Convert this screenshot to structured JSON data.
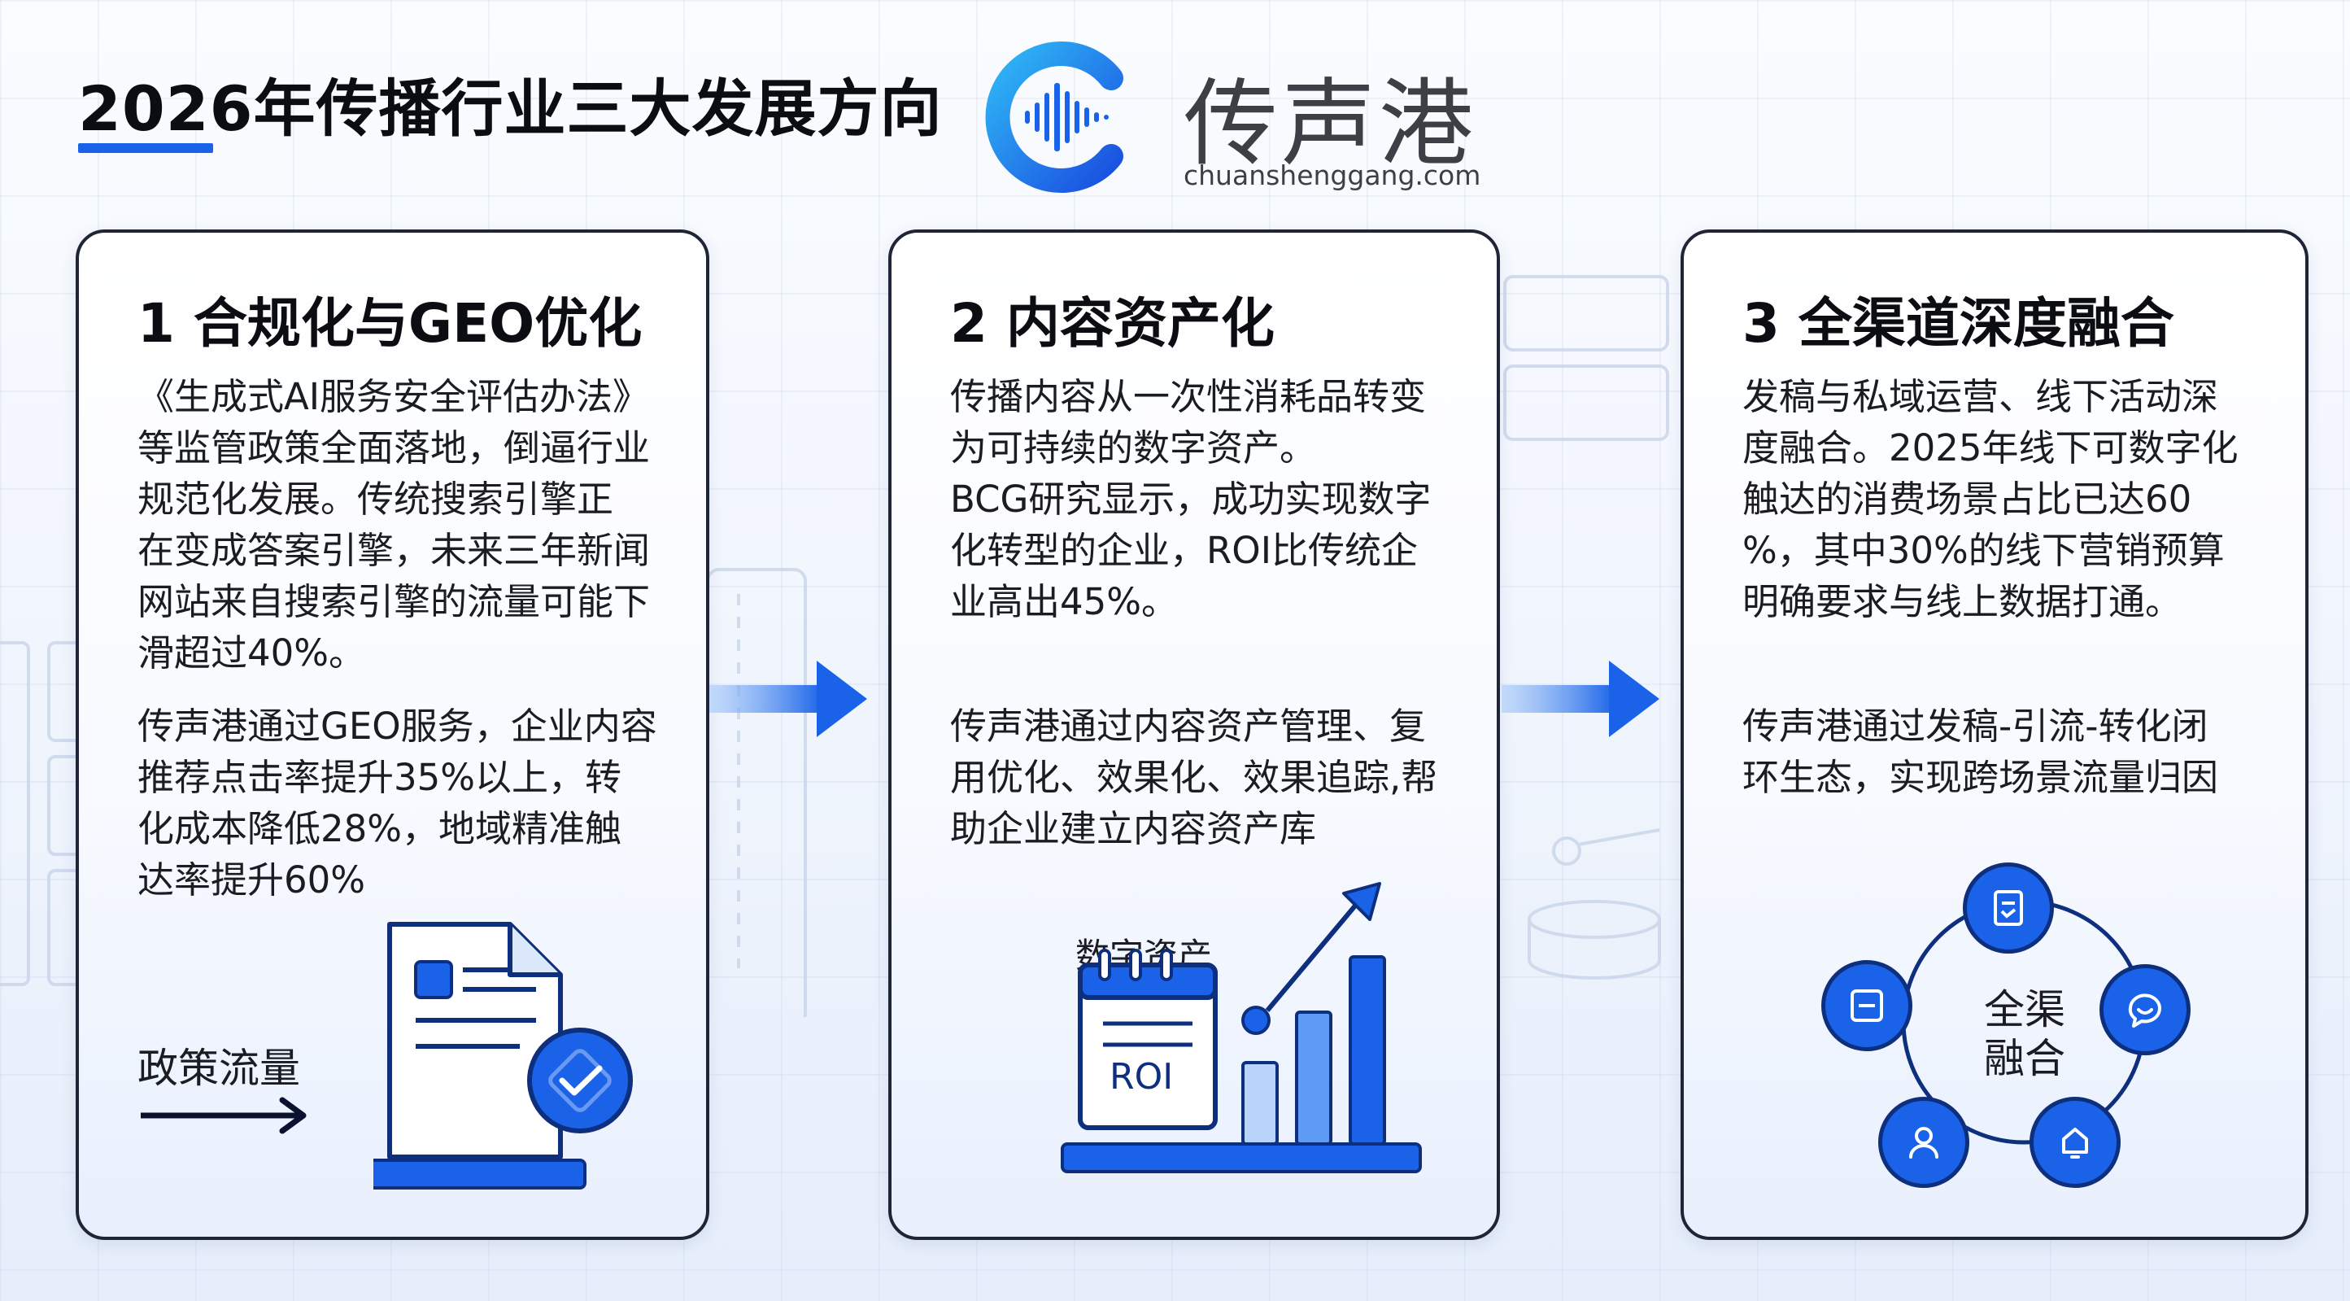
{
  "header": {
    "title": "2026年传播行业三大发展方向",
    "brand_name": "传声港",
    "brand_url": "chuanshenggang.com"
  },
  "colors": {
    "accent": "#1a63e8",
    "accent_light": "#5d9bf5",
    "accent_pale": "#b9d4fb",
    "navy": "#0e2f7e",
    "text": "#1a1c22"
  },
  "cards": [
    {
      "heading": "1 合规化与GEO优化",
      "paragraphs": [
        [
          "《生成式AI服务安全评估办法》",
          "等监管政策全面落地，倒逼行业",
          "规范化发展。传统搜索引擎正",
          "在变成答案引擎，未来三年新闻",
          "网站来自搜索引擎的流量可能下",
          "滑超过40%。"
        ],
        [
          "传声港通过GEO服务，企业内容",
          "推荐点击率提升35%以上，转",
          "化成本降低28%，地域精准触",
          "达率提升60%"
        ]
      ],
      "illustration_label": "政策流量",
      "icons": [
        "document-icon",
        "checkmark-badge-icon",
        "arrow-right-icon"
      ]
    },
    {
      "heading": "2 内容资产化",
      "paragraphs": [
        [
          "传播内容从一次性消耗品转变",
          "为可持续的数字资产。",
          "BCG研究显示，成功实现数字",
          "化转型的企业，ROI比传统企",
          "业高出45%。"
        ],
        [
          "传声港通过内容资产管理、复",
          "用优化、效果化、效果追踪,帮",
          "助企业建立内容资产库"
        ]
      ],
      "illustration_label": "数字资产",
      "roi_label": "ROI",
      "icons": [
        "calendar-roi-icon",
        "growth-bar-chart-icon",
        "trend-arrow-icon"
      ]
    },
    {
      "heading": "3 全渠道深度融合",
      "paragraphs": [
        [
          "发稿与私域运营、线下活动深",
          "度融合。2025年线下可数字化",
          "触达的消费场景占比已达60",
          "%，其中30%的线下营销预算",
          "明确要求与线上数据打通。"
        ],
        [
          "传声港通过发稿-引流-转化闭",
          "环生态，实现跨场景流量归因"
        ]
      ],
      "center_label": [
        "全渠",
        "融合"
      ],
      "icons": [
        "document-icon",
        "chat-bubble-icon",
        "notification-icon",
        "user-icon",
        "window-icon"
      ]
    }
  ]
}
